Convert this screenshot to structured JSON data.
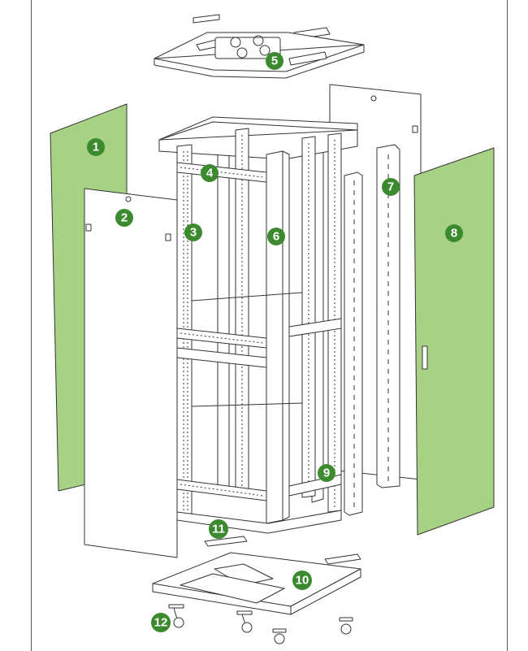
{
  "colors": {
    "panel_green": "#a7d184",
    "callout_green": "#3b8a2e",
    "line": "#333333"
  },
  "callouts": [
    {
      "number": "1"
    },
    {
      "number": "2"
    },
    {
      "number": "3"
    },
    {
      "number": "4"
    },
    {
      "number": "5"
    },
    {
      "number": "6"
    },
    {
      "number": "7"
    },
    {
      "number": "8"
    },
    {
      "number": "9"
    },
    {
      "number": "10"
    },
    {
      "number": "11"
    },
    {
      "number": "12"
    }
  ]
}
